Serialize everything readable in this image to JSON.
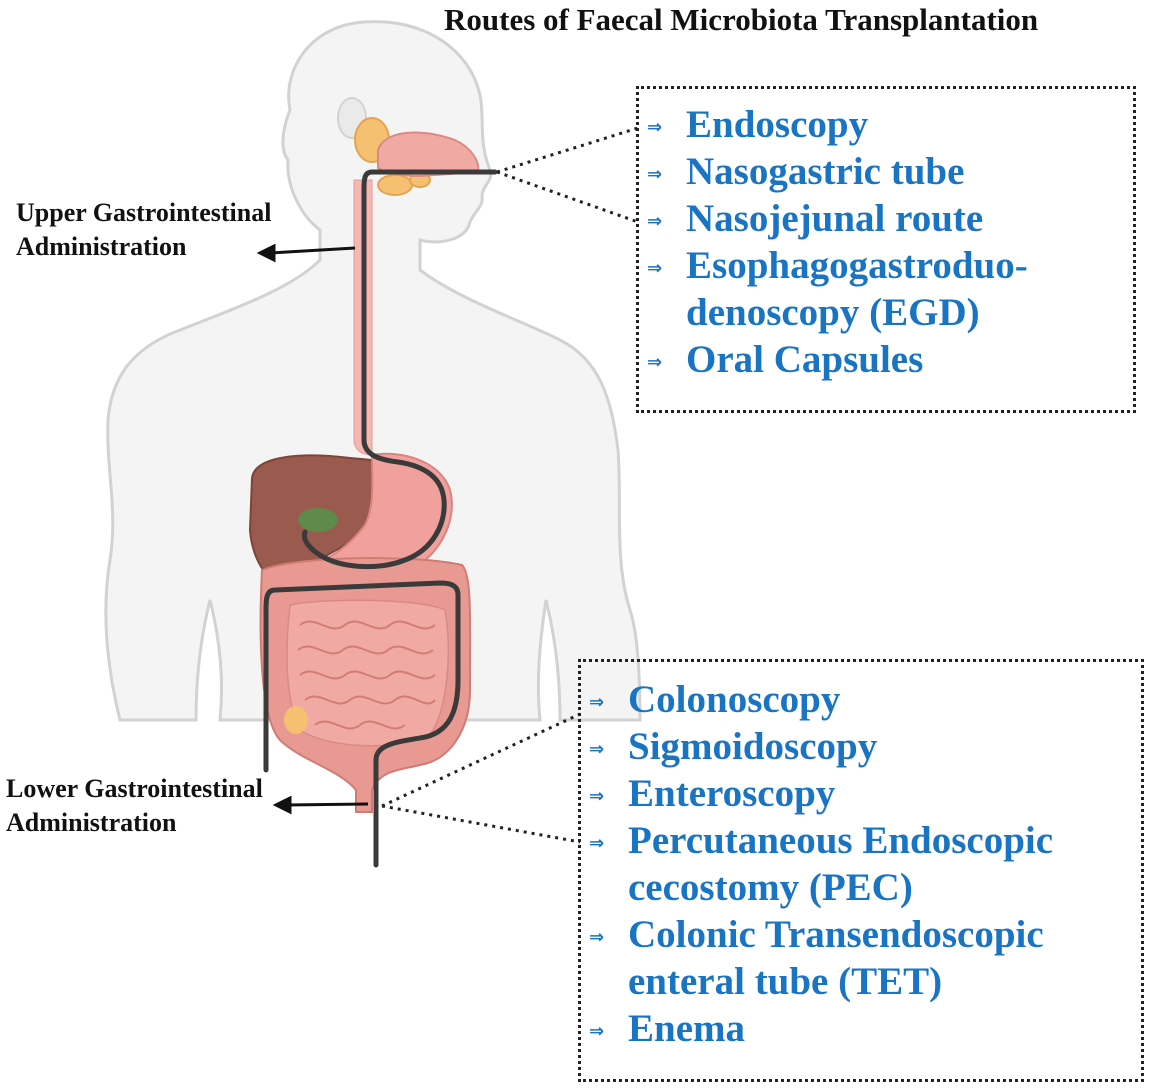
{
  "title": "Routes of Faecal Microbiota Transplantation",
  "upper_label": {
    "line1": "Upper  Gastrointestinal",
    "line2": "Administration"
  },
  "lower_label": {
    "line1": "Lower Gastrointestinal",
    "line2": "Administration"
  },
  "upper_routes": [
    {
      "text": "Endoscopy",
      "cont": ""
    },
    {
      "text": "Nasogastric tube",
      "cont": ""
    },
    {
      "text": "Nasojejunal route",
      "cont": ""
    },
    {
      "text": "Esophagogastroduo-",
      "cont": "denoscopy (EGD)"
    },
    {
      "text": "Oral Capsules",
      "cont": ""
    }
  ],
  "lower_routes": [
    {
      "text": "Colonoscopy",
      "cont": ""
    },
    {
      "text": "Sigmoidoscopy",
      "cont": ""
    },
    {
      "text": "Enteroscopy",
      "cont": ""
    },
    {
      "text": "Percutaneous Endoscopic",
      "cont": "cecostomy (PEC)"
    },
    {
      "text": "Colonic Transendoscopic",
      "cont": "enteral tube (TET)"
    },
    {
      "text": "Enema",
      "cont": ""
    }
  ],
  "bullet_symbol": "⇒",
  "colors": {
    "route_text": "#1a74c4",
    "tube": "#3a3a3a",
    "body_outline": "#d6d6d6",
    "liver": "#9a5a4e",
    "intestine": "#eaa39a"
  }
}
